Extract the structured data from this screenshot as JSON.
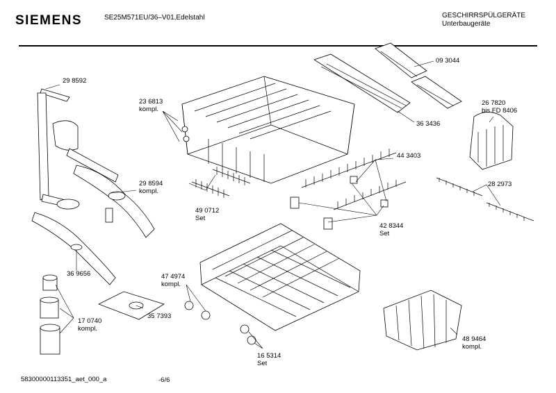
{
  "header": {
    "brand": "SIEMENS",
    "model": "SE25M571EU/36–V01,Edelstahl",
    "category_line1": "GESCHIRRSPÜLGERÄTE",
    "category_line2": "Unterbaugeräte"
  },
  "footer": {
    "document_id": "58300000113351_aet_000_a",
    "page": "-6/6"
  },
  "parts": [
    {
      "number": "29 8592",
      "note": ""
    },
    {
      "number": "23 6813",
      "note": "kompl."
    },
    {
      "number": "09 3044",
      "note": ""
    },
    {
      "number": "36 3436",
      "note": ""
    },
    {
      "number": "26 7820",
      "note": "bis FD 8406"
    },
    {
      "number": "29 8594",
      "note": "kompl."
    },
    {
      "number": "44 3403",
      "note": ""
    },
    {
      "number": "28 2973",
      "note": ""
    },
    {
      "number": "49 0712",
      "note": "Set"
    },
    {
      "number": "42 8344",
      "note": "Set"
    },
    {
      "number": "36 9656",
      "note": ""
    },
    {
      "number": "47 4974",
      "note": "kompl."
    },
    {
      "number": "17 0740",
      "note": "kompl."
    },
    {
      "number": "35 7393",
      "note": ""
    },
    {
      "number": "48 9464",
      "note": "kompl."
    },
    {
      "number": "16 5314",
      "note": "Set"
    }
  ]
}
